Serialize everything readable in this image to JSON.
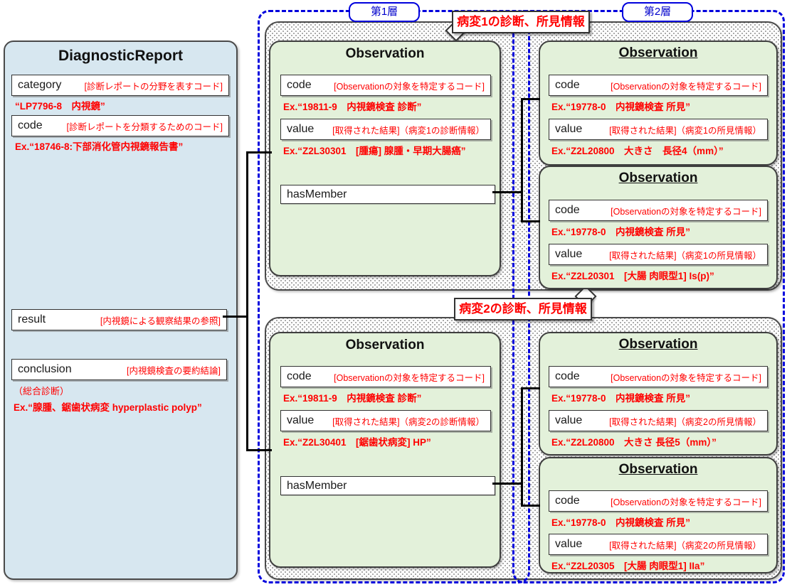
{
  "layers": {
    "layer1_label": "第1層",
    "layer2_label": "第2層"
  },
  "diagnostic_report": {
    "title": "DiagnosticReport",
    "category": {
      "name": "category",
      "annotation": "[診断レポートの分野を表すコード]",
      "value": "“LP7796-8　内視鏡”"
    },
    "code": {
      "name": "code",
      "annotation": "[診断レポートを分類するためのコード]",
      "value": "Ex.“18746-8:下部消化管内視鏡報告書”"
    },
    "result": {
      "name": "result",
      "annotation": "[内視鏡による観察結果の参照]"
    },
    "conclusion": {
      "name": "conclusion",
      "annotation": "[内視鏡検査の要約結論]",
      "note": "（総合診断）",
      "value": "Ex.“腺腫、鋸歯状病変 hyperplastic polyp”"
    }
  },
  "lesion1": {
    "label": "病変1の診断、所見情報",
    "diagnosis": {
      "title": "Observation",
      "code": {
        "name": "code",
        "annotation": "[Observationの対象を特定するコード]",
        "value": "Ex.“19811-9　内視鏡検査 診断”"
      },
      "value": {
        "name": "value",
        "annotation": "[取得された結果]（病変1の診断情報）",
        "value": "Ex.“Z2L30301　[腫瘍] 腺腫・早期大腸癌”"
      },
      "has_member": "hasMember"
    },
    "finding1": {
      "title": "Observation",
      "code": {
        "name": "code",
        "annotation": "[Observationの対象を特定するコード]",
        "value": "Ex.“19778-0　内視鏡検査 所見”"
      },
      "value": {
        "name": "value",
        "annotation": "[取得された結果]（病変1の所見情報）",
        "value": "Ex.“Z2L20800　大きさ　長径4（mm）”"
      }
    },
    "finding2": {
      "title": "Observation",
      "code": {
        "name": "code",
        "annotation": "[Observationの対象を特定するコード]",
        "value": "Ex.“19778-0　内視鏡検査 所見”"
      },
      "value": {
        "name": "value",
        "annotation": "[取得された結果]（病変1の所見情報）",
        "value": "Ex.“Z2L20301　[大腸 肉眼型1] Is(p)”"
      }
    }
  },
  "lesion2": {
    "label": "病変2の診断、所見情報",
    "diagnosis": {
      "title": "Observation",
      "code": {
        "name": "code",
        "annotation": "[Observationの対象を特定するコード]",
        "value": "Ex.“19811-9　内視鏡検査 診断”"
      },
      "value": {
        "name": "value",
        "annotation": "[取得された結果]（病変2の診断情報）",
        "value": "Ex.“Z2L30401　[鋸歯状病変] HP”"
      },
      "has_member": "hasMember"
    },
    "finding1": {
      "title": "Observation",
      "code": {
        "name": "code",
        "annotation": "[Observationの対象を特定するコード]",
        "value": "Ex.“19778-0　内視鏡検査 所見”"
      },
      "value": {
        "name": "value",
        "annotation": "[取得された結果]（病変2の所見情報）",
        "value": "Ex.“Z2L20800　大きさ 長径5（mm）”"
      }
    },
    "finding2": {
      "title": "Observation",
      "code": {
        "name": "code",
        "annotation": "[Observationの対象を特定するコード]",
        "value": "Ex.“19778-0　内視鏡検査 所見”"
      },
      "value": {
        "name": "value",
        "annotation": "[取得された結果]（病変2の所見情報）",
        "value": "Ex.“Z2L20305　[大腸 肉眼型1] IIa”"
      }
    }
  }
}
